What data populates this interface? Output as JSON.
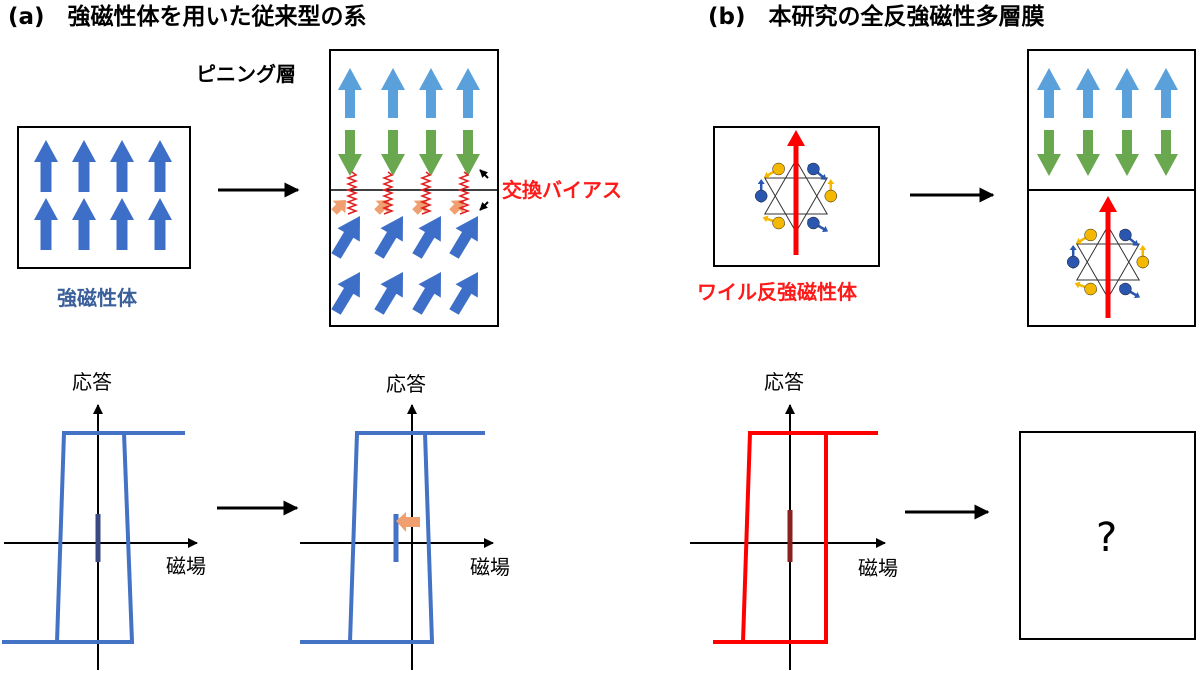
{
  "panel_a": {
    "title": "(a)　強磁性体を用いた従来型の系",
    "ferromagnet_label": "強磁性体",
    "pinning_label": "ピニング層",
    "exchange_bias_label": "交換バイアス"
  },
  "panel_b": {
    "title": "(b)　本研究の全反強磁性多層膜",
    "weyl_label": "ワイル反強磁性体",
    "unknown_result": "?"
  },
  "axes": {
    "y_label": "応答",
    "x_label": "磁場"
  },
  "colors": {
    "blue_arrow": "#3e6fc8",
    "light_blue_arrow": "#5aa0da",
    "green_arrow": "#6aa84f",
    "orange_arrow": "#f0a070",
    "red": "#ff0000",
    "loop_blue": "#4472c4",
    "atom_blue": "#2a56b0",
    "atom_yellow": "#f5b800"
  }
}
